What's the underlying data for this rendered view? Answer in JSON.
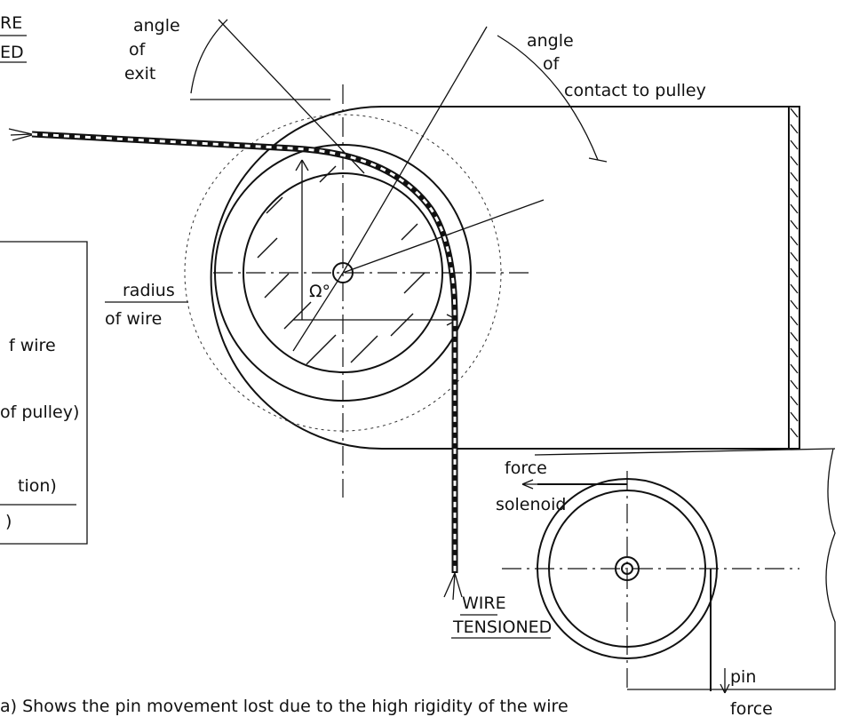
{
  "labels": {
    "wire_relaxed_line1": "RE",
    "wire_relaxed_line2": "ED",
    "angle_of_exit_1": "angle",
    "angle_of_exit_2": "of",
    "angle_of_exit_3": "exit",
    "angle_of_contact_1": "angle",
    "angle_of_contact_2": "of",
    "angle_of_contact_3": "contact to pulley",
    "radius_of_wire_1": "radius",
    "radius_of_wire_2": "of wire",
    "omega_angle": "Ω°",
    "force_solenoid_1": "force",
    "force_solenoid_2": "solenoid",
    "wire_tensioned_1": "WIRE",
    "wire_tensioned_2": "TENSIONED",
    "pin_force_1": "pin",
    "pin_force_2": "force"
  },
  "legend_box": {
    "line_1": "f wire",
    "line_2": "of pulley)",
    "line_3": "tion)",
    "line_4": ")"
  },
  "caption": "a) Shows the pin movement lost due to the high rigidity of the wire"
}
